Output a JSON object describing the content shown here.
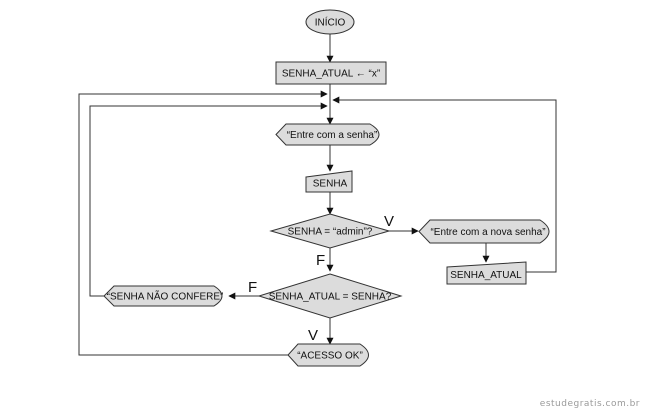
{
  "nodes": {
    "start": "INÍCIO",
    "init": "SENHA_ATUAL ← “x”",
    "prompt": "“Entre com a senha”",
    "input_senha": "SENHA",
    "decision_admin": "SENHA = “admin”?",
    "prompt_new": "“Entre com a nova senha”",
    "input_new": "SENHA_ATUAL",
    "decision_check": "SENHA_ATUAL = SENHA?",
    "error_msg": "“SENHA NÃO CONFERE”",
    "success_msg": "“ACESSO OK”"
  },
  "labels": {
    "admin_true": "V",
    "admin_false": "F",
    "check_false": "F",
    "check_true": "V"
  },
  "watermark": "estudegratis.com.br",
  "colors": {
    "shape_fill": "#dcdcdc",
    "stroke": "#333333",
    "watermark": "#9a9a9a"
  }
}
